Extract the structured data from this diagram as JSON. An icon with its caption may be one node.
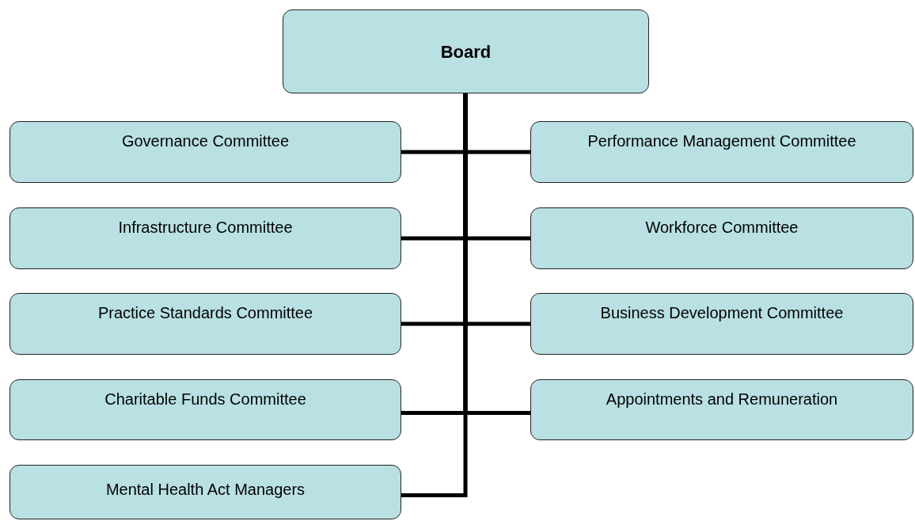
{
  "diagram": {
    "nodes": [
      {
        "text": [
          "Board"
        ]
      },
      {
        "text": [
          "Governance Committee"
        ]
      },
      {
        "text": [
          "Performance Management Committee"
        ]
      },
      {
        "text": [
          "Infrastructure Committee"
        ]
      },
      {
        "text": [
          "Workforce Committee"
        ]
      },
      {
        "text": [
          "Practice Standards Committee"
        ]
      },
      {
        "text": [
          "Business Development Committee"
        ]
      },
      {
        "text": [
          "Charitable Funds Committee"
        ]
      },
      {
        "text": [
          "Appointments and Remuneration"
        ]
      },
      {
        "text": [
          "Mental Health Act Managers"
        ]
      }
    ],
    "edges": [
      {
        "from": 0,
        "to": 1,
        "arrow": "none"
      },
      {
        "from": 0,
        "to": 2,
        "arrow": "none"
      },
      {
        "from": 0,
        "to": 3,
        "arrow": "none"
      },
      {
        "from": 0,
        "to": 4,
        "arrow": "none"
      },
      {
        "from": 0,
        "to": 5,
        "arrow": "none"
      },
      {
        "from": 0,
        "to": 6,
        "arrow": "none"
      },
      {
        "from": 0,
        "to": 7,
        "arrow": "none"
      },
      {
        "from": 0,
        "to": 8,
        "arrow": "none"
      },
      {
        "from": 0,
        "to": 9,
        "arrow": "none"
      }
    ]
  }
}
